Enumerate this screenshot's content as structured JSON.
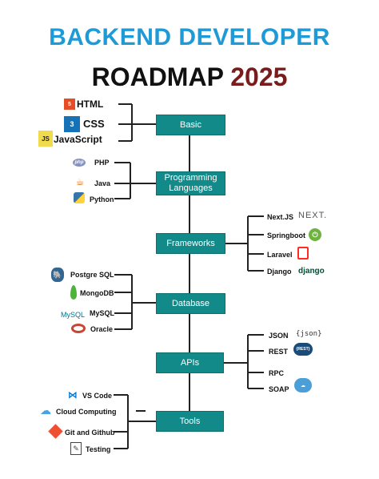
{
  "header": {
    "title_line1": "BACKEND DEVELOPER",
    "title_line2": "ROADMAP",
    "title_year": "2025"
  },
  "nodes": {
    "basic": "Basic",
    "languages_line1": "Programming",
    "languages_line2": "Languages",
    "frameworks": "Frameworks",
    "database": "Database",
    "apis": "APIs",
    "tools": "Tools"
  },
  "basic_items": [
    "HTML",
    "CSS",
    "JavaScript"
  ],
  "language_items": [
    "PHP",
    "Java",
    "Python"
  ],
  "framework_items": [
    "Next.JS",
    "Springboot",
    "Laravel",
    "Django"
  ],
  "framework_logos": {
    "next": "NEXT.",
    "django": "django"
  },
  "database_items": [
    "Postgre SQL",
    "MongoDB",
    "MySQL",
    "Oracle"
  ],
  "database_logos": {
    "mysql": "MySQL"
  },
  "api_items": [
    "JSON",
    "REST",
    "RPC",
    "SOAP"
  ],
  "api_logos": {
    "json": "{json}",
    "rest": "{REST}"
  },
  "tool_items": [
    "VS Code",
    "Cloud Computing",
    "Git and Github",
    "Testing"
  ],
  "colors": {
    "title_blue": "#1e9ad6",
    "year_red": "#7a1c1c",
    "node_teal": "#138a8a",
    "line": "#222222"
  },
  "icons": {
    "basic": [
      "html5-icon",
      "css3-icon",
      "javascript-icon"
    ],
    "languages": [
      "php-icon",
      "java-icon",
      "python-icon"
    ],
    "frameworks": [
      "nextjs-icon",
      "springboot-icon",
      "laravel-icon",
      "django-icon"
    ],
    "database": [
      "postgresql-icon",
      "mongodb-icon",
      "mysql-icon",
      "oracle-icon"
    ],
    "apis": [
      "json-icon",
      "rest-icon",
      "rpc",
      "soap-icon"
    ],
    "tools": [
      "vscode-icon",
      "cloud-icon",
      "git-icon",
      "testing-icon"
    ]
  }
}
